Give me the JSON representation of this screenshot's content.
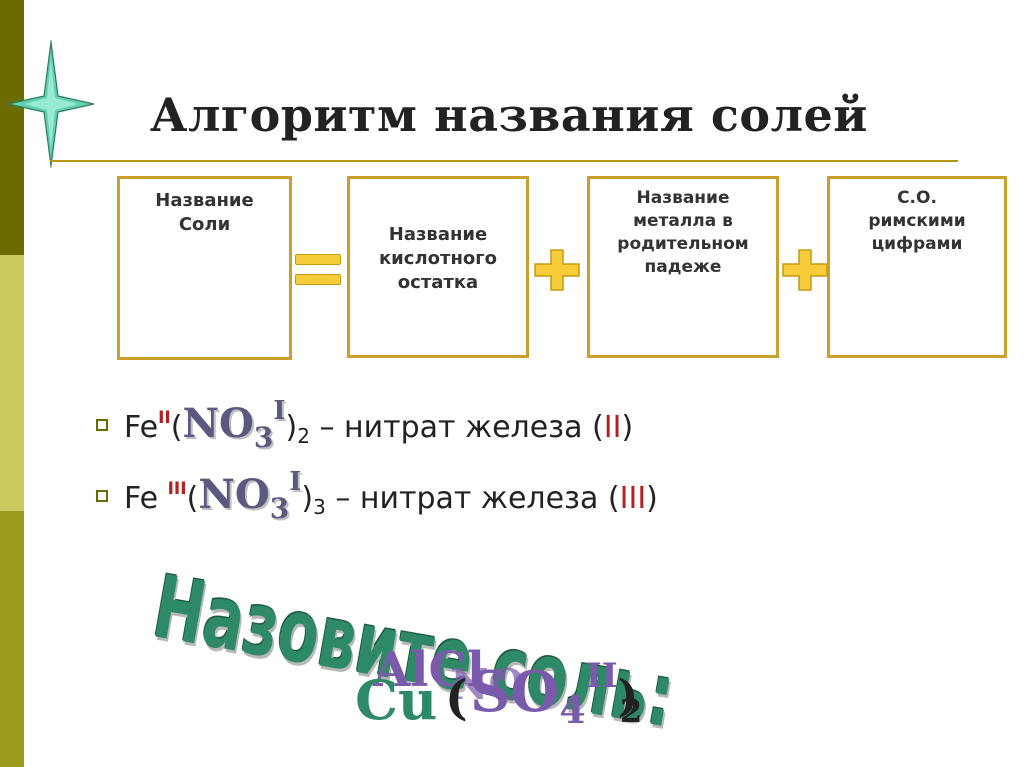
{
  "slide": {
    "title": "Алгоритм названия солей",
    "colors": {
      "accent": "#c8a02a",
      "bar_dark": "#6b6b00",
      "bar_light": "#c9ca5e",
      "wordart": "#2e8a66",
      "formula": "#5a5a80",
      "roman": "#b22020"
    }
  },
  "boxes": [
    {
      "text": "Название\nСоли"
    },
    {
      "text": "Название\nкислотного\nостатка"
    },
    {
      "text": "Название\nметалла в\nродительном\nпадеже"
    },
    {
      "text": "С.О.\nримскими\nцифрами"
    }
  ],
  "operators": {
    "equals": "equals-icon",
    "plus": "plus-icon"
  },
  "examples": [
    {
      "metal": "Fe",
      "ox": "II",
      "anion": "NO",
      "anion_sub": "3",
      "anion_ox": "I",
      "count": "2",
      "dash_text": " – нитрат железа (",
      "roman": "II",
      "close": ")"
    },
    {
      "metal": "Fe ",
      "ox": "III",
      "anion": "NO",
      "anion_sub": "3",
      "anion_ox": "I",
      "count": "3",
      "dash_text": " – нитрат железа (",
      "roman": "III",
      "close": ")"
    }
  ],
  "task": {
    "prompt": "Назовите соль:",
    "overlap_a": "AlCl",
    "overlap_b": "NO",
    "cu": "Cu",
    "paren_open": "(",
    "so4": "SO",
    "so4_sub": "4",
    "so4_ox": "II",
    "paren_close": ")",
    "count": "2"
  }
}
